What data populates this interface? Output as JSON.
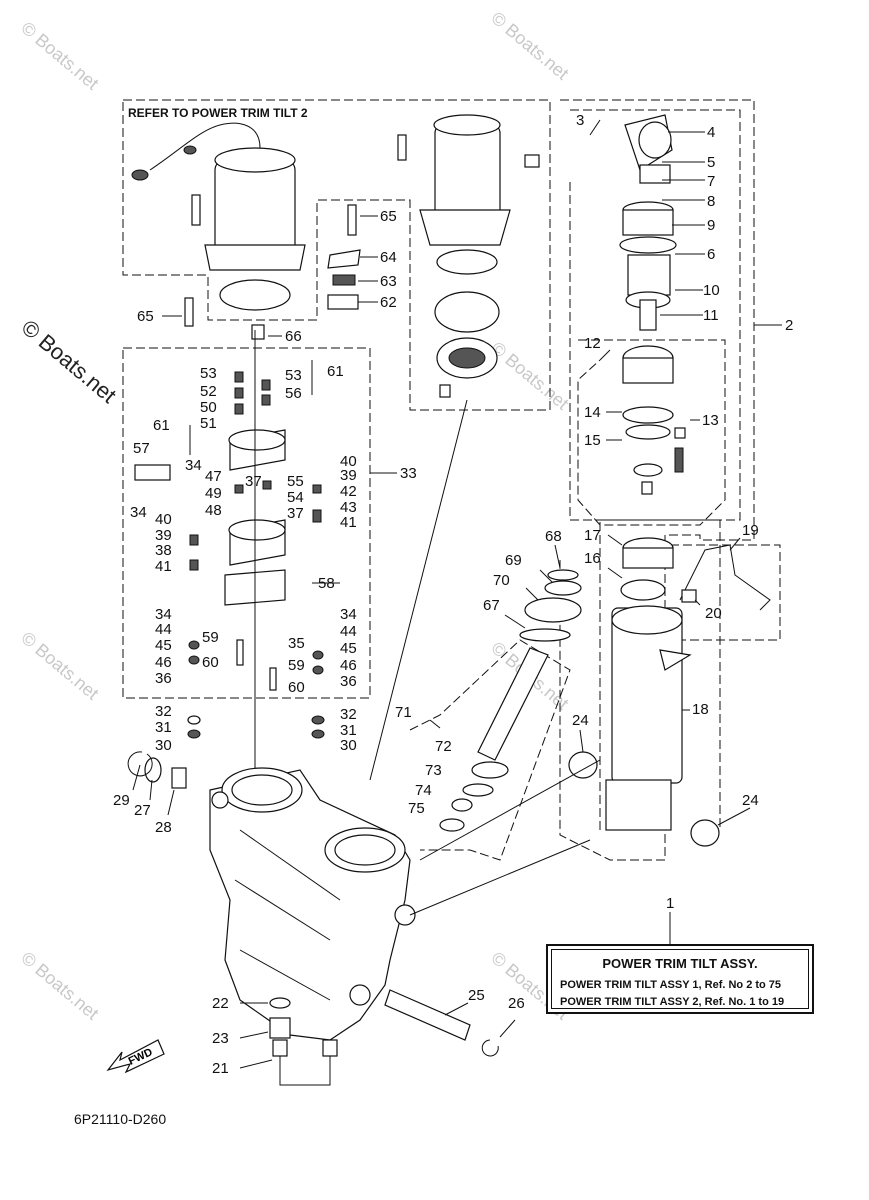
{
  "diagram": {
    "header_note": "REFER TO POWER TRIM TILT 2",
    "diagram_code": "6P21110-D260",
    "fwd_label": "FWD",
    "legend": {
      "title": "POWER TRIM TILT ASSY.",
      "lines": [
        "POWER TRIM TILT ASSY 1,    Ref. No 2 to 75",
        "POWER TRIM TILT ASSY 2,    Ref. No. 1 to 19"
      ]
    },
    "watermark": "© Boats.net",
    "callouts": [
      {
        "id": "4",
        "text": "4"
      },
      {
        "id": "5",
        "text": "5"
      },
      {
        "id": "7",
        "text": "7"
      },
      {
        "id": "8",
        "text": "8"
      },
      {
        "id": "9",
        "text": "9"
      },
      {
        "id": "6",
        "text": "6"
      },
      {
        "id": "10",
        "text": "10"
      },
      {
        "id": "11",
        "text": "11"
      },
      {
        "id": "3",
        "text": "3"
      },
      {
        "id": "2",
        "text": "2"
      },
      {
        "id": "12",
        "text": "12"
      },
      {
        "id": "13",
        "text": "13"
      },
      {
        "id": "14",
        "text": "14"
      },
      {
        "id": "15",
        "text": "15"
      },
      {
        "id": "17",
        "text": "17"
      },
      {
        "id": "16",
        "text": "16"
      },
      {
        "id": "19",
        "text": "19"
      },
      {
        "id": "20",
        "text": "20"
      },
      {
        "id": "18",
        "text": "18"
      },
      {
        "id": "24a",
        "text": "24"
      },
      {
        "id": "24b",
        "text": "24"
      },
      {
        "id": "1",
        "text": "1"
      },
      {
        "id": "65a",
        "text": "65"
      },
      {
        "id": "64",
        "text": "64"
      },
      {
        "id": "63",
        "text": "63"
      },
      {
        "id": "62",
        "text": "62"
      },
      {
        "id": "65b",
        "text": "65"
      },
      {
        "id": "66",
        "text": "66"
      },
      {
        "id": "53a",
        "text": "53"
      },
      {
        "id": "52",
        "text": "52"
      },
      {
        "id": "50",
        "text": "50"
      },
      {
        "id": "51",
        "text": "51"
      },
      {
        "id": "53b",
        "text": "53"
      },
      {
        "id": "56",
        "text": "56"
      },
      {
        "id": "61a",
        "text": "61"
      },
      {
        "id": "61b",
        "text": "61"
      },
      {
        "id": "57",
        "text": "57"
      },
      {
        "id": "34a",
        "text": "34"
      },
      {
        "id": "47",
        "text": "47"
      },
      {
        "id": "49",
        "text": "49"
      },
      {
        "id": "48",
        "text": "48"
      },
      {
        "id": "37a",
        "text": "37"
      },
      {
        "id": "55",
        "text": "55"
      },
      {
        "id": "54",
        "text": "54"
      },
      {
        "id": "37b",
        "text": "37"
      },
      {
        "id": "40a",
        "text": "40"
      },
      {
        "id": "39a",
        "text": "39"
      },
      {
        "id": "42",
        "text": "42"
      },
      {
        "id": "43",
        "text": "43"
      },
      {
        "id": "41a",
        "text": "41"
      },
      {
        "id": "33",
        "text": "33"
      },
      {
        "id": "34b",
        "text": "34"
      },
      {
        "id": "40b",
        "text": "40"
      },
      {
        "id": "39b",
        "text": "39"
      },
      {
        "id": "38",
        "text": "38"
      },
      {
        "id": "41b",
        "text": "41"
      },
      {
        "id": "58",
        "text": "58"
      },
      {
        "id": "34c",
        "text": "34"
      },
      {
        "id": "44a",
        "text": "44"
      },
      {
        "id": "45a",
        "text": "45"
      },
      {
        "id": "46a",
        "text": "46"
      },
      {
        "id": "36a",
        "text": "36"
      },
      {
        "id": "59a",
        "text": "59"
      },
      {
        "id": "60a",
        "text": "60"
      },
      {
        "id": "34d",
        "text": "34"
      },
      {
        "id": "44b",
        "text": "44"
      },
      {
        "id": "35",
        "text": "35"
      },
      {
        "id": "45b",
        "text": "45"
      },
      {
        "id": "59b",
        "text": "59"
      },
      {
        "id": "46b",
        "text": "46"
      },
      {
        "id": "60b",
        "text": "60"
      },
      {
        "id": "36b",
        "text": "36"
      },
      {
        "id": "32a",
        "text": "32"
      },
      {
        "id": "31a",
        "text": "31"
      },
      {
        "id": "30a",
        "text": "30"
      },
      {
        "id": "32b",
        "text": "32"
      },
      {
        "id": "31b",
        "text": "31"
      },
      {
        "id": "30b",
        "text": "30"
      },
      {
        "id": "68",
        "text": "68"
      },
      {
        "id": "69",
        "text": "69"
      },
      {
        "id": "70",
        "text": "70"
      },
      {
        "id": "67",
        "text": "67"
      },
      {
        "id": "71",
        "text": "71"
      },
      {
        "id": "72",
        "text": "72"
      },
      {
        "id": "73",
        "text": "73"
      },
      {
        "id": "74",
        "text": "74"
      },
      {
        "id": "75",
        "text": "75"
      },
      {
        "id": "29",
        "text": "29"
      },
      {
        "id": "27",
        "text": "27"
      },
      {
        "id": "28",
        "text": "28"
      },
      {
        "id": "22",
        "text": "22"
      },
      {
        "id": "23",
        "text": "23"
      },
      {
        "id": "21",
        "text": "21"
      },
      {
        "id": "25",
        "text": "25"
      },
      {
        "id": "26",
        "text": "26"
      }
    ]
  }
}
